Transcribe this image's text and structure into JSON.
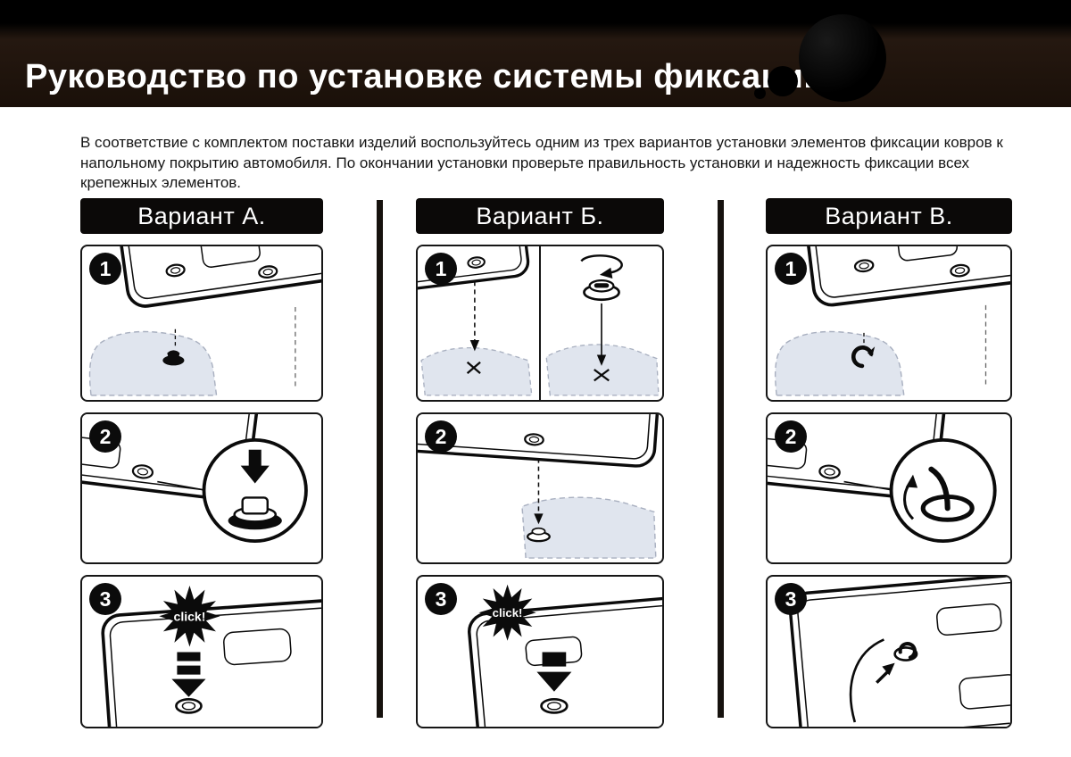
{
  "header": {
    "title": "Руководство по установке системы фиксации"
  },
  "intro": {
    "text": "В соответствие с комплектом поставки изделий воспользуйтесь одним из трех вариантов установки элементов фиксации ковров к напольному покрытию автомобиля. По окончании установки проверьте правильность установки и надежность фиксации всех крепежных элементов."
  },
  "labels": {
    "click": "click!"
  },
  "variants": [
    {
      "label": "Вариант А.",
      "steps": [
        "1",
        "2",
        "3"
      ]
    },
    {
      "label": "Вариант Б.",
      "steps": [
        "1",
        "2",
        "3"
      ]
    },
    {
      "label": "Вариант В.",
      "steps": [
        "1",
        "2",
        "3"
      ]
    }
  ],
  "colors": {
    "header_background": "#1a1009",
    "bar_background": "#0b0908",
    "ink": "#0b0b0b",
    "floor_fill": "#e0e5ee",
    "page_background": "#ffffff"
  }
}
